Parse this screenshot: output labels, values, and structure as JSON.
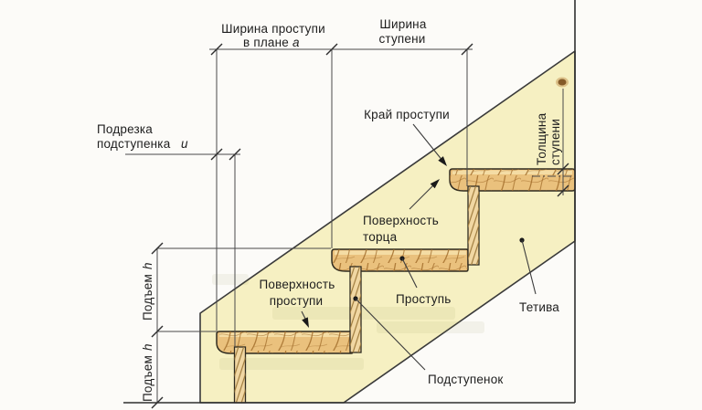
{
  "figure": {
    "description_labels": "Stair step terminology diagram",
    "labels": {
      "tread_width_plan": {
        "line1": "Ширина проступи",
        "line2": "в плане",
        "var": "a"
      },
      "step_width": {
        "line1": "Ширина",
        "line2": "ступени"
      },
      "riser_undercut": {
        "line1": "Подрезка",
        "line2": "подступенка",
        "var": "и"
      },
      "tread_edge": {
        "text": "Край проступи"
      },
      "step_thickness": {
        "line1": "Толщина",
        "line2": "ступени"
      },
      "end_surface": {
        "line1": "Поверхность",
        "line2": "торца"
      },
      "tread_surface": {
        "line1": "Поверхность",
        "line2": "проступи"
      },
      "tread": {
        "text": "Проступь"
      },
      "stringer": {
        "text": "Тетива"
      },
      "riser": {
        "text": "Подступенок"
      },
      "rise_upper": {
        "text": "Подъем",
        "var": "h"
      },
      "rise_lower": {
        "text": "Подъем",
        "var": "h"
      }
    }
  },
  "colors": {
    "background": "#FCFBF8",
    "stringer": "#F6F0C2",
    "tread": "#EAC17D",
    "tread_highlight": "#F5DFA9",
    "grain": "#A06A28",
    "riser": "#F1D7A3",
    "hatch": "#9F7B3D",
    "outline": "#2F2B20",
    "dimline": "#4A4A4A",
    "text": "#1E1E1E",
    "ground": "#2F2F2F",
    "knot": "#7A4F1E"
  }
}
